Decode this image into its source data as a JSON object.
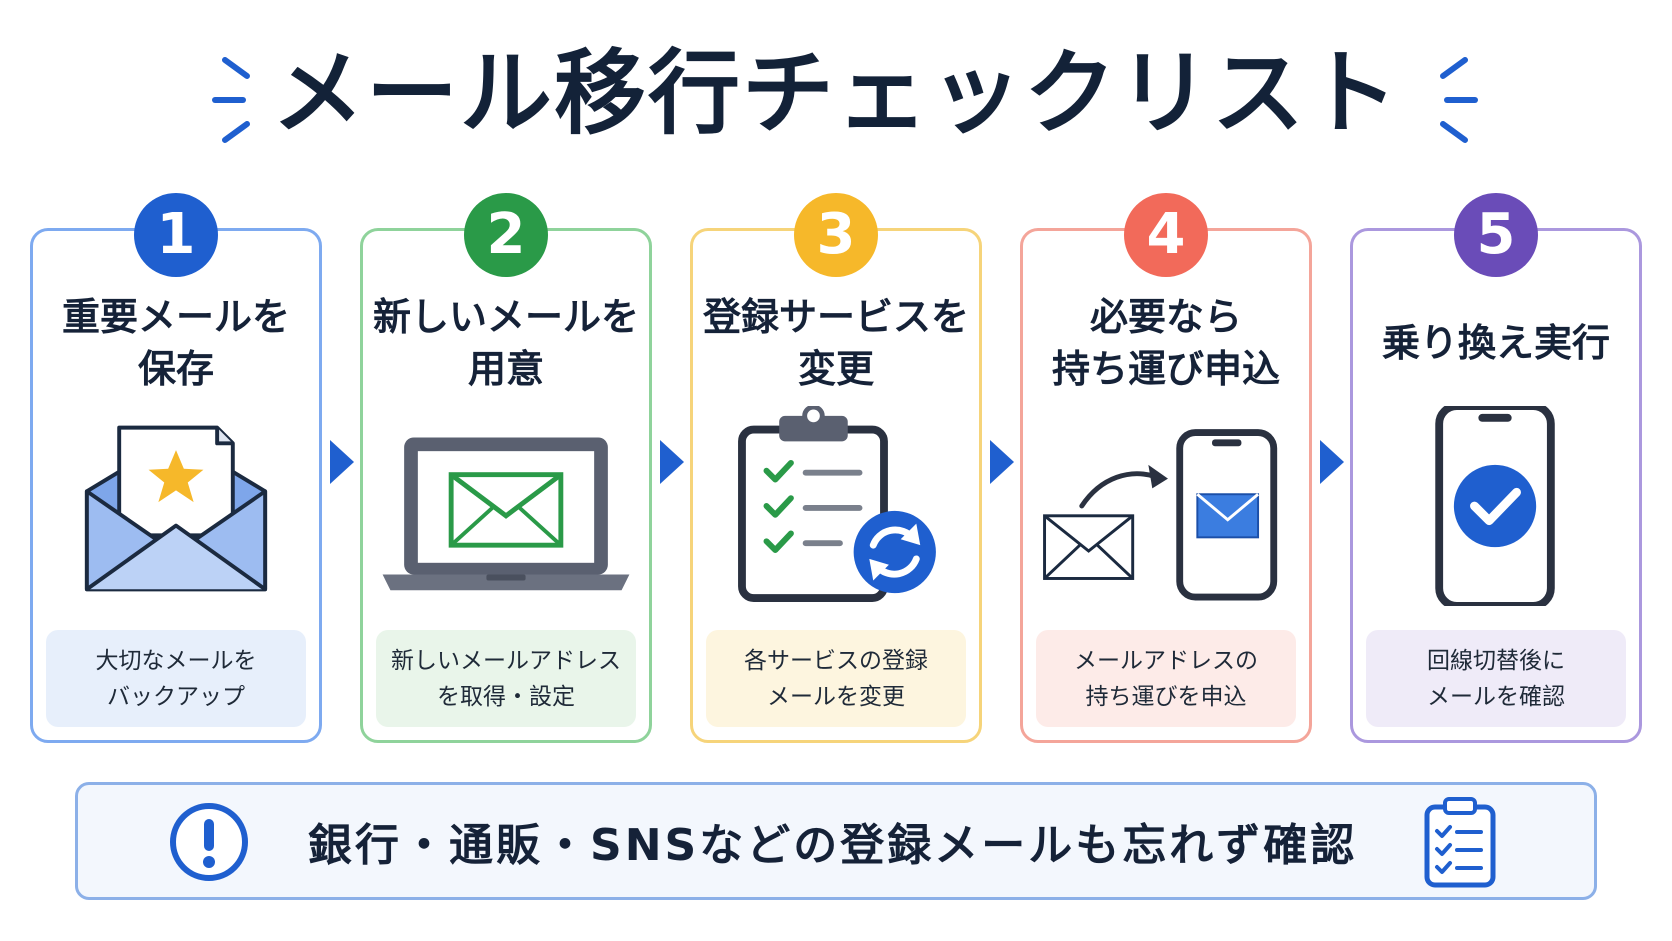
{
  "title": "メール移行チェックリスト",
  "colors": {
    "blue": "#1f5fcf",
    "green": "#2a9a48",
    "yellow": "#f6b82a",
    "red": "#f26a5a",
    "purple": "#6a4cb8",
    "navy": "#132238"
  },
  "steps": [
    {
      "number": "1",
      "title": "重要メールを\n保存",
      "description": "大切なメールを\nバックアップ",
      "icon": "envelope-star-icon"
    },
    {
      "number": "2",
      "title": "新しいメールを\n用意",
      "description": "新しいメールアドレス\nを取得・設定",
      "icon": "laptop-mail-icon"
    },
    {
      "number": "3",
      "title": "登録サービスを\n変更",
      "description": "各サービスの登録\nメールを変更",
      "icon": "clipboard-refresh-icon"
    },
    {
      "number": "4",
      "title": "必要なら\n持ち運び申込",
      "description": "メールアドレスの\n持ち運びを申込",
      "icon": "mail-to-phone-icon"
    },
    {
      "number": "5",
      "title": "乗り換え実行",
      "description": "回線切替後に\nメールを確認",
      "icon": "phone-check-icon"
    }
  ],
  "notice": {
    "text": "銀行・通販・SNSなどの登録メールも忘れず確認",
    "icon": "exclamation-icon",
    "side_icon": "checklist-clipboard-icon"
  }
}
